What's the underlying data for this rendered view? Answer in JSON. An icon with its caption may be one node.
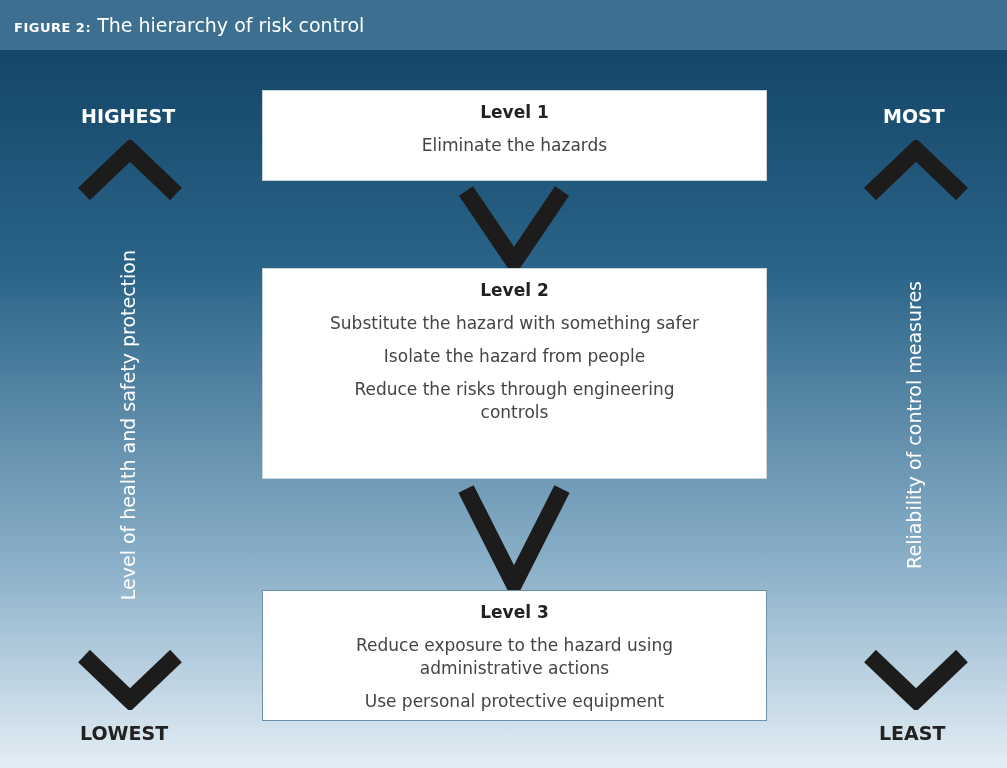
{
  "diagram": {
    "title": "**FIGURE 2:** The hierarchy of risk control",
    "nodes": [
      {
        "text": [
          "Level 1",
          "Eliminate the hazards"
        ]
      },
      {
        "text": [
          "Level 2",
          "Substitute the hazard with something safer",
          "Isolate the hazard from people",
          "Reduce the risks through engineering controls"
        ]
      },
      {
        "text": [
          "Level 3",
          "Reduce exposure to the hazard using administrative actions",
          "Use personal protective equipment"
        ]
      }
    ],
    "edges": [
      {
        "from": 0,
        "to": 1,
        "arrow": "to"
      },
      {
        "from": 1,
        "to": 2,
        "arrow": "to"
      }
    ],
    "labels": [
      "HIGHEST",
      "MOST",
      "Level of health and safety protection",
      "Reliability of control measures",
      "LOWEST",
      "LEAST"
    ]
  }
}
